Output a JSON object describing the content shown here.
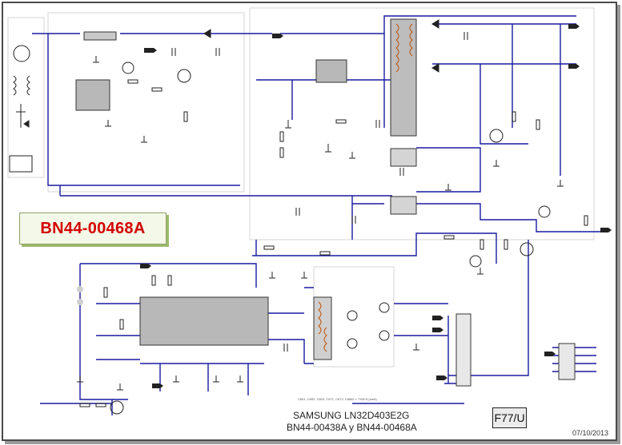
{
  "diagram": {
    "part_number": "BN44-00468A",
    "model_line": "SAMSUNG  LN32D403E2G",
    "boards_line": "BN44-00438A y BN44-00468A",
    "code": "F77/U",
    "date": "07/10/2013",
    "footnote": "C601, C602, C603, C671, C672, C6682 = TH8+6 (smd)",
    "colors": {
      "wire": "#1a1aa0",
      "component": "#222222",
      "ic_fill": "#b8b8b8",
      "transformer_fill": "#bdbdbd",
      "part_number_text": "#d40000",
      "box_outline": "#cfcfcf"
    }
  }
}
